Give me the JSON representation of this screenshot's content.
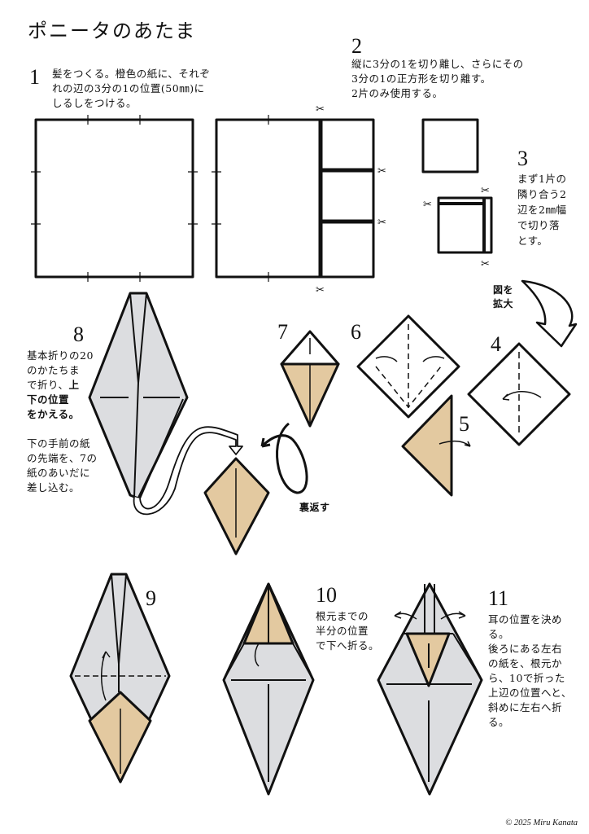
{
  "title": "ポニータのあたま",
  "colors": {
    "paper_gray": "#dcdde0",
    "paper_tan": "#e3c9a0",
    "line": "#111111"
  },
  "steps": [
    {
      "num": "1",
      "text": "髪をつくる。橙色の紙に、それぞ\nれの辺の3分の1の位置(50㎜)に\nしるしをつける。"
    },
    {
      "num": "2",
      "text": "縦に3分の1を切り離し、さらにその\n3分の1の正方形を切り離す。\n2片のみ使用する。"
    },
    {
      "num": "3",
      "text": "まず1片の\n隣り合う2\n辺を2㎜幅\nで切り落\nとす。"
    },
    {
      "num": "4",
      "text": ""
    },
    {
      "num": "5",
      "text": ""
    },
    {
      "num": "6",
      "text": ""
    },
    {
      "num": "7",
      "text": ""
    },
    {
      "num": "8",
      "text_a": "基本折りの20\nのかたちま\nで折り、",
      "text_bold": "上\n下の位置\nをかえる。",
      "text_b": "下の手前の紙\nの先端を、7の\n紙のあいだに\n差し込む。"
    },
    {
      "num": "9",
      "text": ""
    },
    {
      "num": "10",
      "text": "根元までの\n半分の位置\nで下へ折る。"
    },
    {
      "num": "11",
      "text": "耳の位置を決め\nる。\n後ろにある左右\nの紙を、根元か\nら、10で折った\n上辺の位置へと、\n斜めに左右へ折\nる。"
    }
  ],
  "labels": {
    "enlarge": "図を\n拡大",
    "flip": "裏返す"
  },
  "copyright": "© 2025 Miru Kanata"
}
